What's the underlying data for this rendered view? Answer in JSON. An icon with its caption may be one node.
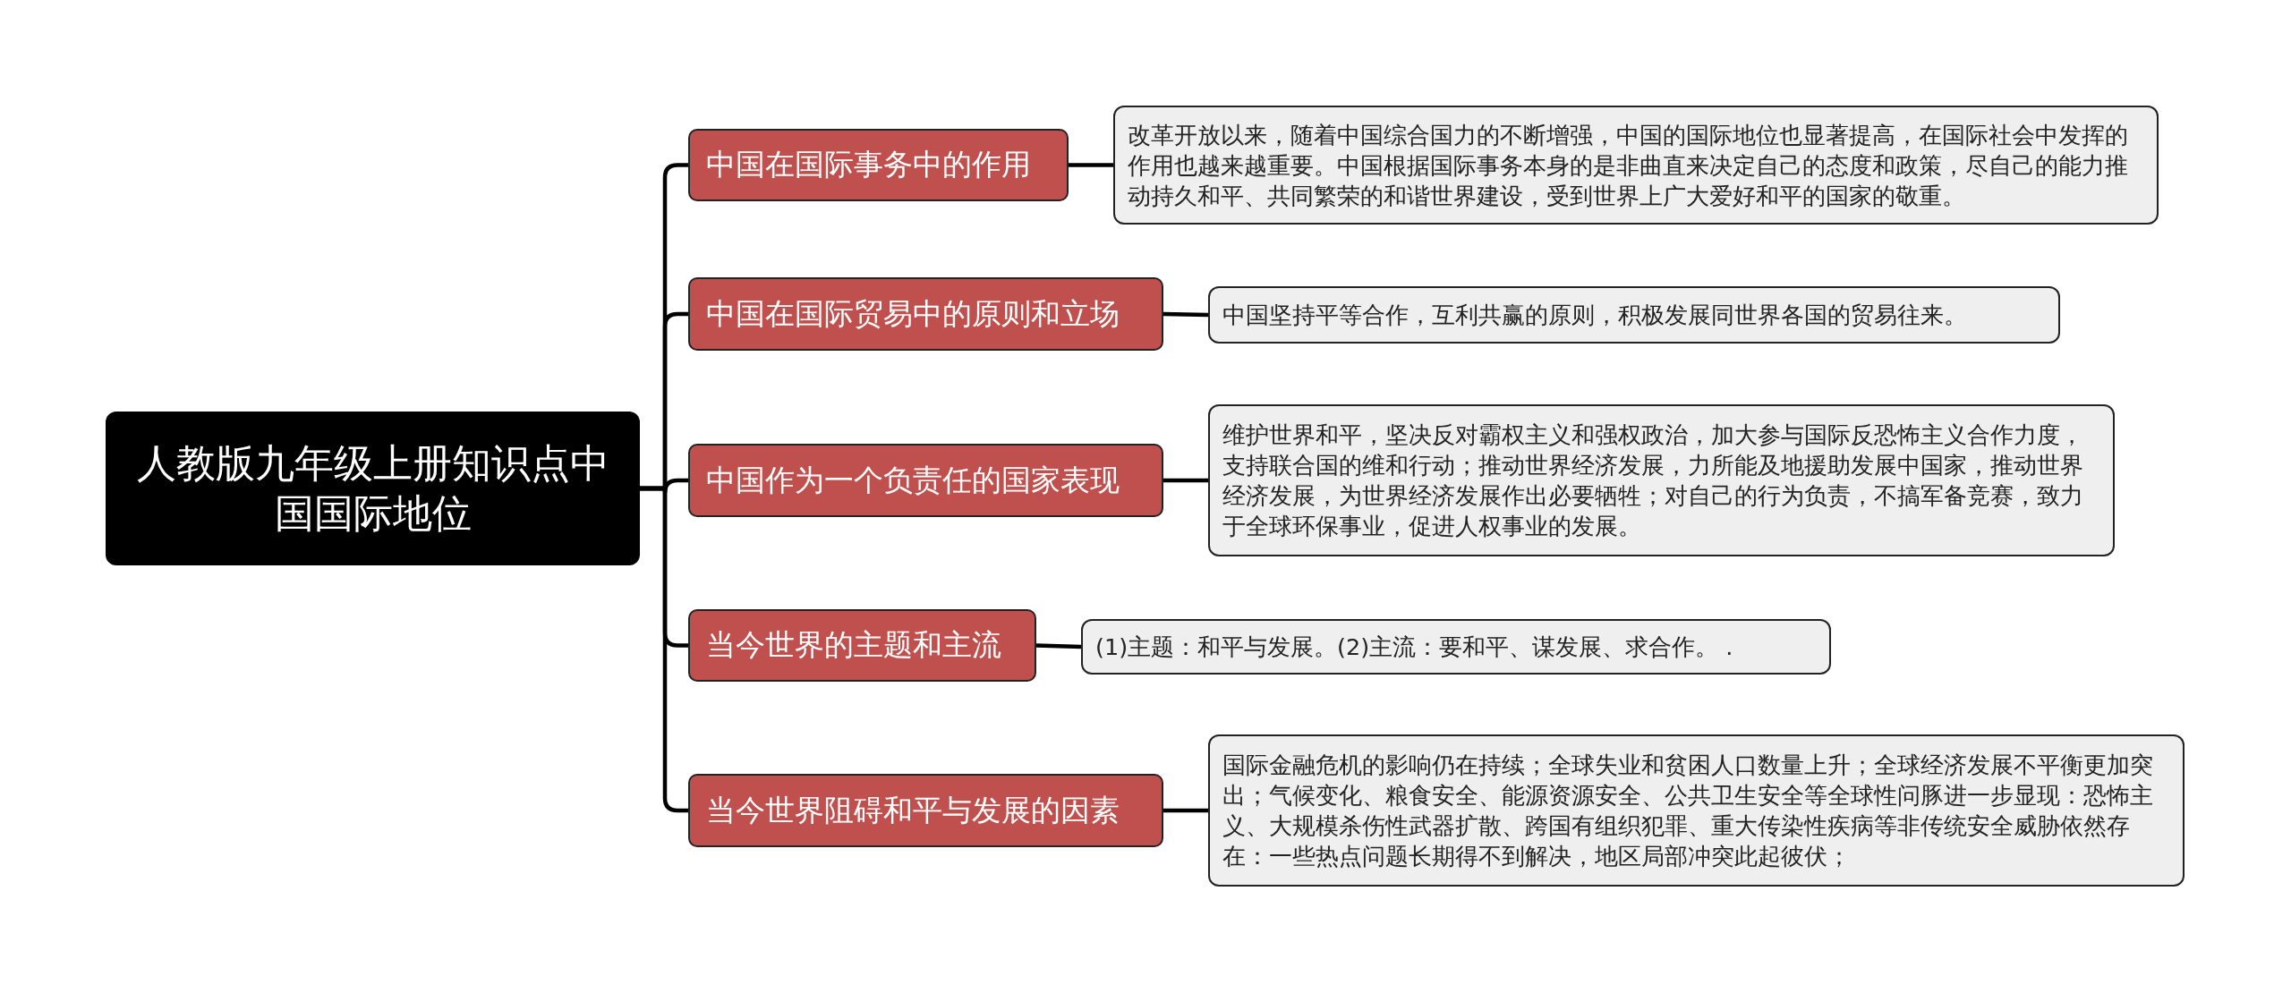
{
  "diagram": {
    "nodes": [
      {
        "text": [
          "人教版九年级上册知识点中国国际地位"
        ]
      },
      {
        "text": [
          "中国在国际事务中的作用"
        ]
      },
      {
        "text": [
          "改革开放以来，随着中国综合国力的不断增强，中国的国际地位也显著提高，在国际社会中发挥的作用也越来越重要。中国根据国际事务本身的是非曲直来决定自己的态度和政策，尽自己的能力推动持久和平、共同繁荣的和谐世界建设，受到世界上广大爱好和平的国家的敬重。"
        ]
      },
      {
        "text": [
          "中国在国际贸易中的原则和立场"
        ]
      },
      {
        "text": [
          "中国坚持平等合作，互利共赢的原则，积极发展同世界各国的贸易往来。"
        ]
      },
      {
        "text": [
          "中国作为一个负责任的国家表现"
        ]
      },
      {
        "text": [
          "维护世界和平，坚决反对霸权主义和强权政治，加大参与国际反恐怖主义合作力度，支持联合国的维和行动；推动世界经济发展，力所能及地援助发展中国家，推动世界经济发展，为世界经济发展作出必要牺牲；对自己的行为负责，不搞军备竞赛，致力于全球环保事业，促进人权事业的发展。"
        ]
      },
      {
        "text": [
          "当今世界的主题和主流"
        ]
      },
      {
        "text": [
          "(1)主题：和平与发展。(2)主流：要和平、谋发展、求合作。  ."
        ]
      },
      {
        "text": [
          "当今世界阻碍和平与发展的因素"
        ]
      },
      {
        "text": [
          "国际金融危机的影响仍在持续；全球失业和贫困人口数量上升；全球经济发展不平衡更加突出；气候变化、粮食安全、能源资源安全、公共卫生安全等全球性问豚进一步显现：恐怖主义、大规模杀伤性武器扩散、跨国有组织犯罪、重大传染性疾病等非传统安全威胁依然存在：一些热点问题长期得不到解决，地区局部冲突此起彼伏；"
        ]
      }
    ],
    "edges": [
      {
        "from": 0,
        "to": 1,
        "arrow": "none"
      },
      {
        "from": 0,
        "to": 3,
        "arrow": "none"
      },
      {
        "from": 0,
        "to": 5,
        "arrow": "none"
      },
      {
        "from": 0,
        "to": 7,
        "arrow": "none"
      },
      {
        "from": 0,
        "to": 9,
        "arrow": "none"
      },
      {
        "from": 1,
        "to": 2,
        "arrow": "none"
      },
      {
        "from": 3,
        "to": 4,
        "arrow": "none"
      },
      {
        "from": 5,
        "to": 6,
        "arrow": "none"
      },
      {
        "from": 7,
        "to": 8,
        "arrow": "none"
      },
      {
        "from": 9,
        "to": 10,
        "arrow": "none"
      }
    ]
  }
}
